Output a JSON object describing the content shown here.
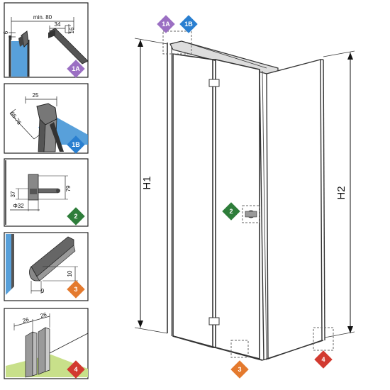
{
  "colors": {
    "purple": "#9b6fc3",
    "blue": "#2a7fd0",
    "green": "#2e7d3a",
    "orange": "#e47a2e",
    "red": "#d23a30",
    "glass": "#3b8fd4",
    "frame": "#333333"
  },
  "badges": {
    "b1a": "1A",
    "b1b": "1B",
    "b2": "2",
    "b3": "3",
    "b4": "4"
  },
  "detail1a": {
    "min": "min. 80",
    "d34": "34",
    "d16": "16",
    "d6": "6"
  },
  "detail1b": {
    "d25": "25",
    "range": "66-76"
  },
  "detail2": {
    "d37": "37",
    "d79": "79",
    "phi": "Φ32"
  },
  "detail3": {
    "d10": "10",
    "d9": "9"
  },
  "detail4": {
    "d26a": "26",
    "d26b": "26"
  },
  "main": {
    "h1": "H1",
    "h2": "H2"
  }
}
